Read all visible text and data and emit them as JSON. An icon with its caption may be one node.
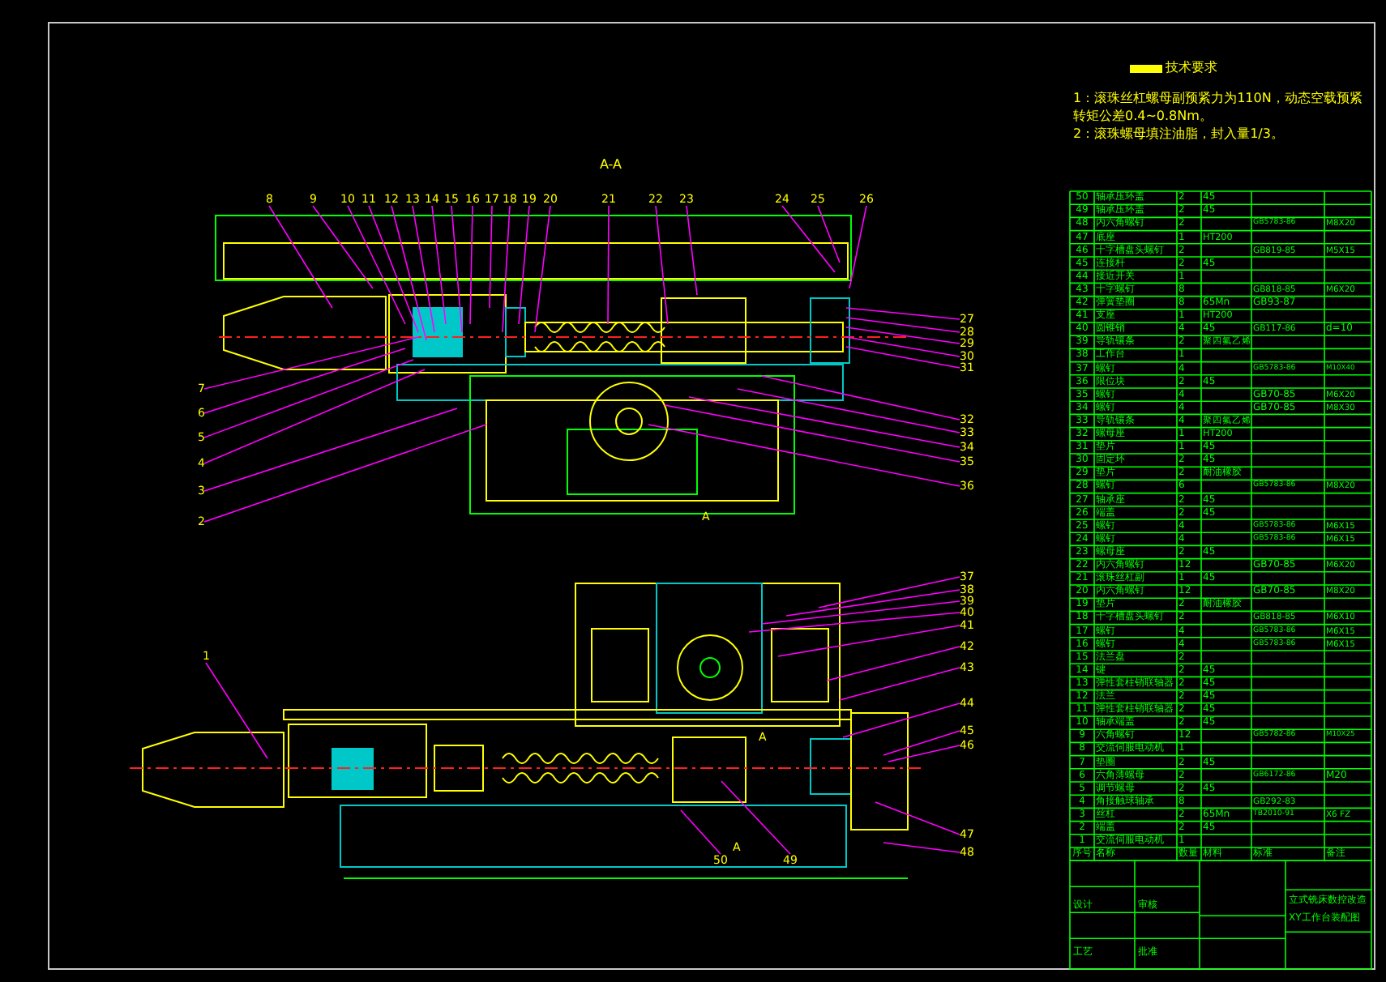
{
  "diagram": {
    "nodes": [
      {
        "text": [
          "1"
        ]
      },
      {
        "text": [
          "2"
        ]
      },
      {
        "text": [
          "3"
        ]
      },
      {
        "text": [
          "4"
        ]
      },
      {
        "text": [
          "5"
        ]
      },
      {
        "text": [
          "6"
        ]
      },
      {
        "text": [
          "7"
        ]
      },
      {
        "text": [
          "8"
        ]
      },
      {
        "text": [
          "9"
        ]
      },
      {
        "text": [
          "10"
        ]
      },
      {
        "text": [
          "11"
        ]
      },
      {
        "text": [
          "12"
        ]
      },
      {
        "text": [
          "13"
        ]
      },
      {
        "text": [
          "14"
        ]
      },
      {
        "text": [
          "15"
        ]
      },
      {
        "text": [
          "16"
        ]
      },
      {
        "text": [
          "17"
        ]
      },
      {
        "text": [
          "18"
        ]
      },
      {
        "text": [
          "19"
        ]
      },
      {
        "text": [
          "20"
        ]
      },
      {
        "text": [
          "21"
        ]
      },
      {
        "text": [
          "22"
        ]
      },
      {
        "text": [
          "23"
        ]
      },
      {
        "text": [
          "24"
        ]
      },
      {
        "text": [
          "25"
        ]
      },
      {
        "text": [
          "26"
        ]
      },
      {
        "text": [
          "27"
        ]
      },
      {
        "text": [
          "28"
        ]
      },
      {
        "text": [
          "29"
        ]
      },
      {
        "text": [
          "30"
        ]
      },
      {
        "text": [
          "31"
        ]
      },
      {
        "text": [
          "32"
        ]
      },
      {
        "text": [
          "33"
        ]
      },
      {
        "text": [
          "34"
        ]
      },
      {
        "text": [
          "35"
        ]
      },
      {
        "text": [
          "36"
        ]
      },
      {
        "text": [
          "37"
        ]
      },
      {
        "text": [
          "38"
        ]
      },
      {
        "text": [
          "39"
        ]
      },
      {
        "text": [
          "40"
        ]
      },
      {
        "text": [
          "41"
        ]
      },
      {
        "text": [
          "42"
        ]
      },
      {
        "text": [
          "43"
        ]
      },
      {
        "text": [
          "44"
        ]
      },
      {
        "text": [
          "45"
        ]
      },
      {
        "text": [
          "46"
        ]
      },
      {
        "text": [
          "47"
        ]
      },
      {
        "text": [
          "48"
        ]
      },
      {
        "text": [
          "49"
        ]
      },
      {
        "text": [
          "50"
        ]
      }
    ],
    "edges": [
      {
        "from": 0,
        "to": null,
        "arrow": "none"
      },
      {
        "from": 1,
        "to": null,
        "arrow": "none"
      },
      {
        "from": 2,
        "to": null,
        "arrow": "none"
      },
      {
        "from": 3,
        "to": null,
        "arrow": "none"
      },
      {
        "from": 4,
        "to": null,
        "arrow": "none"
      },
      {
        "from": 5,
        "to": null,
        "arrow": "none"
      },
      {
        "from": 6,
        "to": null,
        "arrow": "none"
      },
      {
        "from": 7,
        "to": null,
        "arrow": "none"
      },
      {
        "from": 8,
        "to": null,
        "arrow": "none"
      },
      {
        "from": 9,
        "to": null,
        "arrow": "none"
      },
      {
        "from": 10,
        "to": null,
        "arrow": "none"
      },
      {
        "from": 11,
        "to": null,
        "arrow": "none"
      },
      {
        "from": 12,
        "to": null,
        "arrow": "none"
      },
      {
        "from": 13,
        "to": null,
        "arrow": "none"
      },
      {
        "from": 14,
        "to": null,
        "arrow": "none"
      },
      {
        "from": 15,
        "to": null,
        "arrow": "none"
      },
      {
        "from": 16,
        "to": null,
        "arrow": "none"
      },
      {
        "from": 17,
        "to": null,
        "arrow": "none"
      },
      {
        "from": 18,
        "to": null,
        "arrow": "none"
      },
      {
        "from": 19,
        "to": null,
        "arrow": "none"
      },
      {
        "from": 20,
        "to": null,
        "arrow": "none"
      },
      {
        "from": 21,
        "to": null,
        "arrow": "none"
      },
      {
        "from": 22,
        "to": null,
        "arrow": "none"
      },
      {
        "from": 23,
        "to": null,
        "arrow": "none"
      },
      {
        "from": 24,
        "to": null,
        "arrow": "none"
      },
      {
        "from": 25,
        "to": null,
        "arrow": "none"
      },
      {
        "from": 26,
        "to": null,
        "arrow": "none"
      },
      {
        "from": 27,
        "to": null,
        "arrow": "none"
      },
      {
        "from": 28,
        "to": null,
        "arrow": "none"
      },
      {
        "from": 29,
        "to": null,
        "arrow": "none"
      },
      {
        "from": 30,
        "to": null,
        "arrow": "none"
      },
      {
        "from": 31,
        "to": null,
        "arrow": "none"
      },
      {
        "from": 32,
        "to": null,
        "arrow": "none"
      },
      {
        "from": 33,
        "to": null,
        "arrow": "none"
      },
      {
        "from": 34,
        "to": null,
        "arrow": "none"
      },
      {
        "from": 35,
        "to": null,
        "arrow": "none"
      },
      {
        "from": 36,
        "to": null,
        "arrow": "none"
      },
      {
        "from": 37,
        "to": null,
        "arrow": "none"
      },
      {
        "from": 38,
        "to": null,
        "arrow": "none"
      },
      {
        "from": 39,
        "to": null,
        "arrow": "none"
      },
      {
        "from": 40,
        "to": null,
        "arrow": "none"
      },
      {
        "from": 41,
        "to": null,
        "arrow": "none"
      },
      {
        "from": 42,
        "to": null,
        "arrow": "none"
      },
      {
        "from": 43,
        "to": null,
        "arrow": "none"
      },
      {
        "from": 44,
        "to": null,
        "arrow": "none"
      },
      {
        "from": 45,
        "to": null,
        "arrow": "none"
      },
      {
        "from": 46,
        "to": null,
        "arrow": "none"
      },
      {
        "from": 47,
        "to": null,
        "arrow": "none"
      },
      {
        "from": 48,
        "to": null,
        "arrow": "none"
      },
      {
        "from": 49,
        "to": null,
        "arrow": "none"
      }
    ],
    "labels": [
      "技术要求",
      "1：滚珠丝杠螺母副预紧力为110N，动态空载预紧转矩公差0.4~0.8Nm。",
      "2：滚珠螺母填注油脂，封入量1/3。",
      "A-A",
      "A",
      "A",
      "A",
      "50",
      "轴承压环盖",
      "2",
      "45",
      "49",
      "轴承压环盖",
      "2",
      "45",
      "48",
      "内六角螺钉",
      "2",
      "GB5783-86",
      "M8X20",
      "47",
      "底座",
      "1",
      "HT200",
      "46",
      "十字槽盘头螺钉",
      "2",
      "GB819-85",
      "M5X15",
      "45",
      "连接杆",
      "2",
      "45",
      "44",
      "接近开关",
      "1",
      "43",
      "十字螺钉",
      "8",
      "GB818-85",
      "M6X20",
      "42",
      "弹簧垫圈",
      "8",
      "65Mn",
      "GB93-87",
      "41",
      "支座",
      "1",
      "HT200",
      "40",
      "圆锥销",
      "4",
      "45",
      "GB117-86",
      "d=10",
      "39",
      "导轨镶条",
      "2",
      "聚四氟乙烯",
      "38",
      "工作台",
      "1",
      "37",
      "螺钉",
      "4",
      "GB5783-86",
      "M10X40",
      "36",
      "限位块",
      "2",
      "45",
      "35",
      "螺钉",
      "4",
      "GB70-85",
      "M6X20",
      "34",
      "螺钉",
      "4",
      "GB70-85",
      "M8X30",
      "33",
      "导轨镶条",
      "4",
      "聚四氟乙烯",
      "32",
      "螺母座",
      "1",
      "HT200",
      "31",
      "垫片",
      "1",
      "45",
      "30",
      "固定环",
      "2",
      "45",
      "29",
      "垫片",
      "2",
      "耐油橡胶",
      "28",
      "螺钉",
      "6",
      "GB5783-86",
      "M8X20",
      "27",
      "轴承座",
      "2",
      "45",
      "26",
      "端盖",
      "2",
      "45",
      "25",
      "螺钉",
      "4",
      "GB5783-86",
      "M6X15",
      "24",
      "螺钉",
      "4",
      "GB5783-86",
      "M6X15",
      "23",
      "螺母座",
      "2",
      "45",
      "22",
      "内六角螺钉",
      "12",
      "GB70-85",
      "M6X20",
      "21",
      "滚珠丝杠副",
      "1",
      "45",
      "20",
      "内六角螺钉",
      "12",
      "GB70-85",
      "M8X20",
      "19",
      "垫片",
      "2",
      "耐油橡胶",
      "18",
      "十字槽盘头螺钉",
      "2",
      "GB818-85",
      "M6X10",
      "17",
      "螺钉",
      "4",
      "GB5783-86",
      "M6X15",
      "16",
      "螺钉",
      "4",
      "GB5783-86",
      "M6X15",
      "15",
      "法兰盘",
      "2",
      "14",
      "键",
      "2",
      "45",
      "13",
      "弹性套柱销联轴器",
      "2",
      "45",
      "12",
      "法兰",
      "2",
      "45",
      "11",
      "弹性套柱销联轴器",
      "2",
      "45",
      "10",
      "轴承端盖",
      "2",
      "45",
      "9",
      "六角螺钉",
      "12",
      "GB5782-86",
      "M10X25",
      "8",
      "交流伺服电动机",
      "1",
      "7",
      "垫圈",
      "2",
      "45",
      "6",
      "六角薄螺母",
      "2",
      "GB6172-86",
      "M20",
      "5",
      "调节螺母",
      "2",
      "45",
      "4",
      "角接触球轴承",
      "8",
      "GB292-83",
      "3",
      "丝杠",
      "2",
      "65Mn",
      "TB2010-91",
      "X6 FZ",
      "2",
      "端盖",
      "2",
      "45",
      "1",
      "交流伺服电动机",
      "1",
      "序号",
      "名称",
      "数量",
      "材料",
      "标准",
      "备注",
      "设计",
      "审核",
      "工艺",
      "批准",
      "立式铣床数控改造",
      "XY工作台装配图"
    ]
  }
}
